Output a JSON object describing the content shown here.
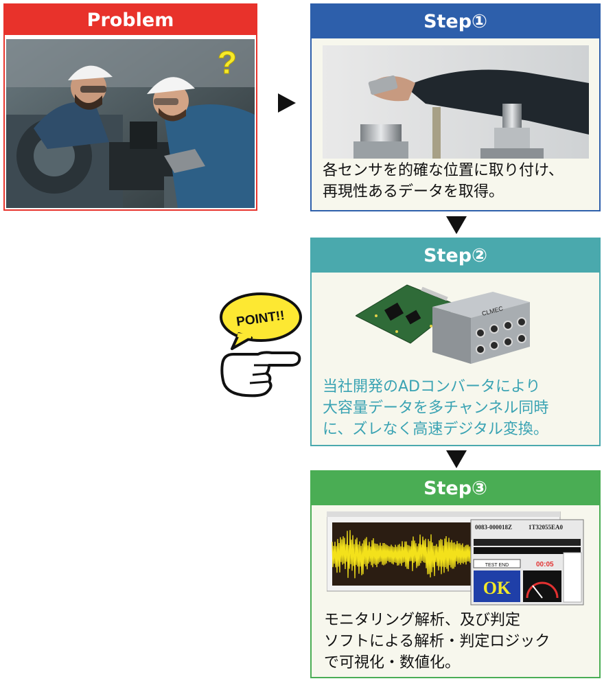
{
  "problem": {
    "header": "Problem",
    "mark": "?"
  },
  "step1": {
    "header": "Step①",
    "text": "各センサを的確な位置に取り付け、\n再現性あるデータを取得。"
  },
  "step2": {
    "header": "Step②",
    "text": "当社開発のADコンバータにより\n大容量データを多チャンネル同時\nに、ズレなく高速デジタル変換。",
    "device_logo": "CLMEC",
    "text_color": "#3aa3b3"
  },
  "step3": {
    "header": "Step③",
    "text": "モニタリング解析、及び判定\nソフトによる解析・判定ロジック\nで可視化・数値化。",
    "screen": {
      "serial": "0083-000018Z",
      "model": "1T32055EA0",
      "status": "TEST END",
      "timer": "00:05",
      "result": "OK"
    }
  },
  "badge": {
    "text": "POINT!!"
  },
  "colors": {
    "problem": "#e8322b",
    "step1": "#2d5fab",
    "step2": "#4aa9ad",
    "step3": "#4aad54",
    "badge_fill": "#fde832"
  }
}
